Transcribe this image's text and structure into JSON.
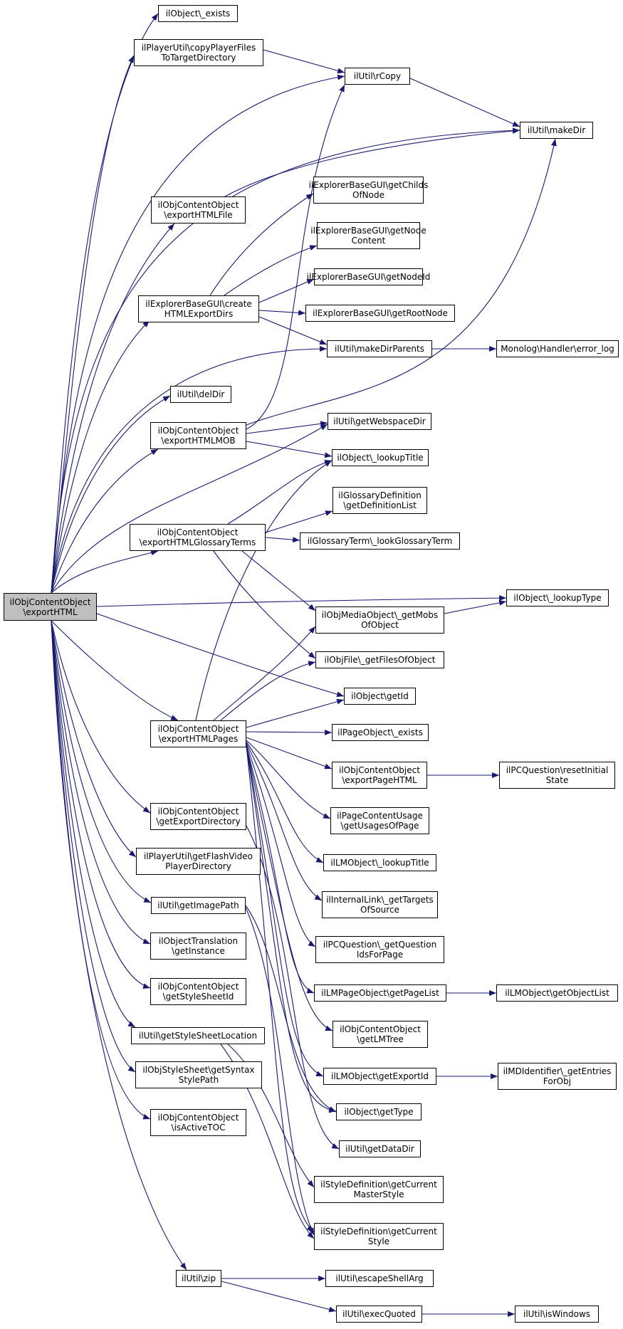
{
  "diagram": {
    "root": "ilObjContentObject::exportHTML",
    "colors": {
      "edge": "#191970",
      "node_border": "#000000",
      "root_fill": "#bfbfbf",
      "node_fill": "#ffffff"
    },
    "nodes": [
      {
        "id": "root",
        "lines": [
          "ilObjContentObject",
          "\\exportHTML"
        ]
      },
      {
        "id": "obj_exists",
        "lines": [
          "ilObject\\_exists"
        ]
      },
      {
        "id": "copyPlayer",
        "lines": [
          "ilPlayerUtil\\copyPlayerFiles",
          "ToTargetDirectory"
        ]
      },
      {
        "id": "rCopy",
        "lines": [
          "ilUtil\\rCopy"
        ]
      },
      {
        "id": "makeDir",
        "lines": [
          "ilUtil\\makeDir"
        ]
      },
      {
        "id": "exportHTMLFile",
        "lines": [
          "ilObjContentObject",
          "\\exportHTMLFile"
        ]
      },
      {
        "id": "getChilds",
        "lines": [
          "ilExplorerBaseGUI\\getChilds",
          "OfNode"
        ]
      },
      {
        "id": "getNodeContent",
        "lines": [
          "ilExplorerBaseGUI\\getNode",
          "Content"
        ]
      },
      {
        "id": "getNodeId",
        "lines": [
          "ilExplorerBaseGUI\\getNodeId"
        ]
      },
      {
        "id": "createDirs",
        "lines": [
          "ilExplorerBaseGUI\\create",
          "HTMLExportDirs"
        ]
      },
      {
        "id": "getRootNode",
        "lines": [
          "ilExplorerBaseGUI\\getRootNode"
        ]
      },
      {
        "id": "makeDirParents",
        "lines": [
          "ilUtil\\makeDirParents"
        ]
      },
      {
        "id": "errorLog",
        "lines": [
          "Monolog\\Handler\\error_log"
        ]
      },
      {
        "id": "delDir",
        "lines": [
          "ilUtil\\delDir"
        ]
      },
      {
        "id": "exportHTMLMOB",
        "lines": [
          "ilObjContentObject",
          "\\exportHTMLMOB"
        ]
      },
      {
        "id": "getWebspaceDir",
        "lines": [
          "ilUtil\\getWebspaceDir"
        ]
      },
      {
        "id": "lookupTitle",
        "lines": [
          "ilObject\\_lookupTitle"
        ]
      },
      {
        "id": "glossDefList",
        "lines": [
          "ilGlossaryDefinition",
          "\\getDefinitionList"
        ]
      },
      {
        "id": "exportGloss",
        "lines": [
          "ilObjContentObject",
          "\\exportHTMLGlossaryTerms"
        ]
      },
      {
        "id": "lookGlossTerm",
        "lines": [
          "ilGlossaryTerm\\_lookGlossaryTerm"
        ]
      },
      {
        "id": "lookupType",
        "lines": [
          "ilObject\\_lookupType"
        ]
      },
      {
        "id": "getMobs",
        "lines": [
          "ilObjMediaObject\\_getMobs",
          "OfObject"
        ]
      },
      {
        "id": "getFiles",
        "lines": [
          "ilObjFile\\_getFilesOfObject"
        ]
      },
      {
        "id": "getId",
        "lines": [
          "ilObject\\getId"
        ]
      },
      {
        "id": "exportPages",
        "lines": [
          "ilObjContentObject",
          "\\exportHTMLPages"
        ]
      },
      {
        "id": "pageExists",
        "lines": [
          "ilPageObject\\_exists"
        ]
      },
      {
        "id": "exportPageHTML",
        "lines": [
          "ilObjContentObject",
          "\\exportPageHTML"
        ]
      },
      {
        "id": "resetInitial",
        "lines": [
          "ilPCQuestion\\resetInitial",
          "State"
        ]
      },
      {
        "id": "getExportDir",
        "lines": [
          "ilObjContentObject",
          "\\getExportDirectory"
        ]
      },
      {
        "id": "getUsages",
        "lines": [
          "ilPageContentUsage",
          "\\getUsagesOfPage"
        ]
      },
      {
        "id": "flashVideo",
        "lines": [
          "ilPlayerUtil\\getFlashVideo",
          "PlayerDirectory"
        ]
      },
      {
        "id": "lmLookupTitle",
        "lines": [
          "ilLMObject\\_lookupTitle"
        ]
      },
      {
        "id": "getImagePath",
        "lines": [
          "ilUtil\\getImagePath"
        ]
      },
      {
        "id": "getTargets",
        "lines": [
          "ilInternalLink\\_getTargets",
          "OfSource"
        ]
      },
      {
        "id": "objTranslation",
        "lines": [
          "ilObjectTranslation",
          "\\getInstance"
        ]
      },
      {
        "id": "questionIds",
        "lines": [
          "ilPCQuestion\\_getQuestion",
          "IdsForPage"
        ]
      },
      {
        "id": "getStyleSheetId",
        "lines": [
          "ilObjContentObject",
          "\\getStyleSheetId"
        ]
      },
      {
        "id": "getPageList",
        "lines": [
          "ilLMPageObject\\getPageList"
        ]
      },
      {
        "id": "getObjectList",
        "lines": [
          "ilLMObject\\getObjectList"
        ]
      },
      {
        "id": "styleSheetLoc",
        "lines": [
          "ilUtil\\getStyleSheetLocation"
        ]
      },
      {
        "id": "getLMTree",
        "lines": [
          "ilObjContentObject",
          "\\getLMTree"
        ]
      },
      {
        "id": "syntaxStyle",
        "lines": [
          "ilObjStyleSheet\\getSyntax",
          "StylePath"
        ]
      },
      {
        "id": "getExportId",
        "lines": [
          "ilLMObject\\getExportId"
        ]
      },
      {
        "id": "mdEntries",
        "lines": [
          "ilMDIdentifier\\_getEntries",
          "ForObj"
        ]
      },
      {
        "id": "getType",
        "lines": [
          "ilObject\\getType"
        ]
      },
      {
        "id": "isActiveTOC",
        "lines": [
          "ilObjContentObject",
          "\\isActiveTOC"
        ]
      },
      {
        "id": "getDataDir",
        "lines": [
          "ilUtil\\getDataDir"
        ]
      },
      {
        "id": "masterStyle",
        "lines": [
          "ilStyleDefinition\\getCurrent",
          "MasterStyle"
        ]
      },
      {
        "id": "currentStyle",
        "lines": [
          "ilStyleDefinition\\getCurrent",
          "Style"
        ]
      },
      {
        "id": "zip",
        "lines": [
          "ilUtil\\zip"
        ]
      },
      {
        "id": "escapeShellArg",
        "lines": [
          "ilUtil\\escapeShellArg"
        ]
      },
      {
        "id": "execQuoted",
        "lines": [
          "ilUtil\\execQuoted"
        ]
      },
      {
        "id": "isWindows",
        "lines": [
          "ilUtil\\isWindows"
        ]
      }
    ]
  }
}
